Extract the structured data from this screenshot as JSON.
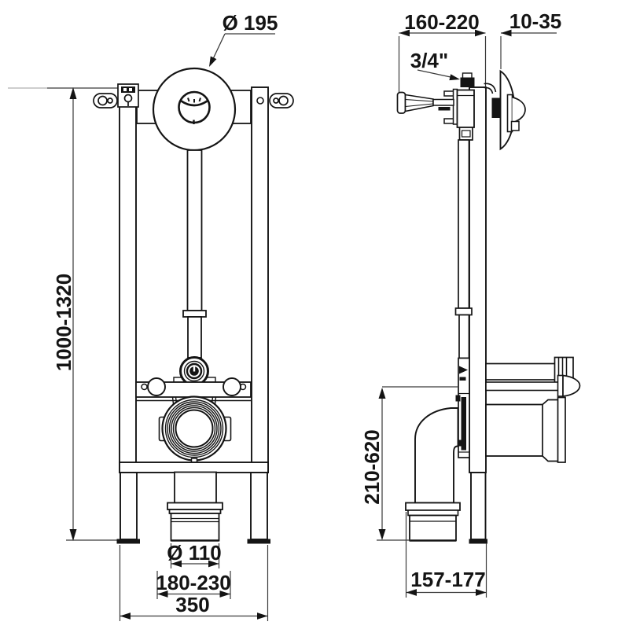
{
  "drawing": {
    "type": "technical-dimension-drawing",
    "subject": "concealed WC frame with flush valve, front and side views",
    "colors": {
      "background": "#ffffff",
      "outline": "#141414",
      "dimension": "#3a3a3a"
    },
    "dims": {
      "front": {
        "plate_diameter": "Ø 195",
        "height": "1000-1320",
        "outlet_diameter": "Ø 110",
        "bolt_spacing": "180-230",
        "width": "350"
      },
      "side": {
        "depth": "160-220",
        "plate_offset": "10-35",
        "inlet_size": "3/4\"",
        "outlet_height": "210-620",
        "floor_depth": "157-177"
      }
    }
  }
}
